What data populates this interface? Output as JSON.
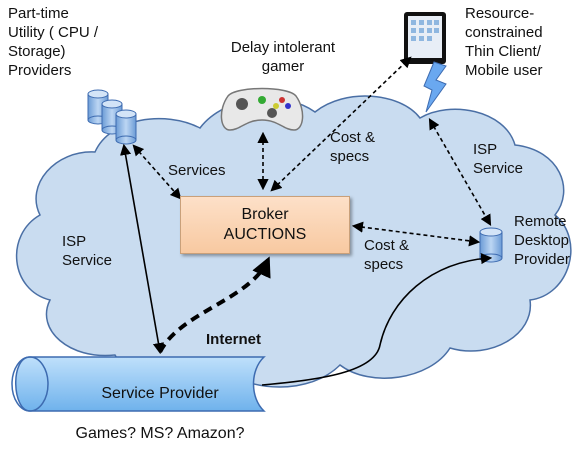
{
  "labels": {
    "parttime": "Part-time\nUtility ( CPU /\nStorage)\nProviders",
    "gamer": "Delay intolerant\ngamer",
    "resource": "Resource-\nconstrained\nThin Client/\nMobile user",
    "cost_specs_top": "Cost &\nspecs",
    "isp_right": "ISP\nService",
    "services": "Services",
    "isp_left": "ISP\nService",
    "cost_specs_right": "Cost &\nspecs",
    "remote": "Remote\nDesktop\nProvider",
    "internet": "Internet"
  },
  "broker": {
    "line1": "Broker",
    "line2": "AUCTIONS"
  },
  "service_provider": {
    "line1": "Service Provider",
    "line2": "Games? MS? Amazon?"
  },
  "icons": [
    "cloud-shape",
    "database-cylinders-icon",
    "game-controller-icon",
    "tablet-icon",
    "lightning-icon",
    "remote-database-icon"
  ],
  "colors": {
    "cloud_fill": "#c9dcf0",
    "cloud_stroke": "#4a6fa5",
    "broker_fill": "#fbd5b5",
    "cylinder_fill": "#9fc3ea"
  }
}
